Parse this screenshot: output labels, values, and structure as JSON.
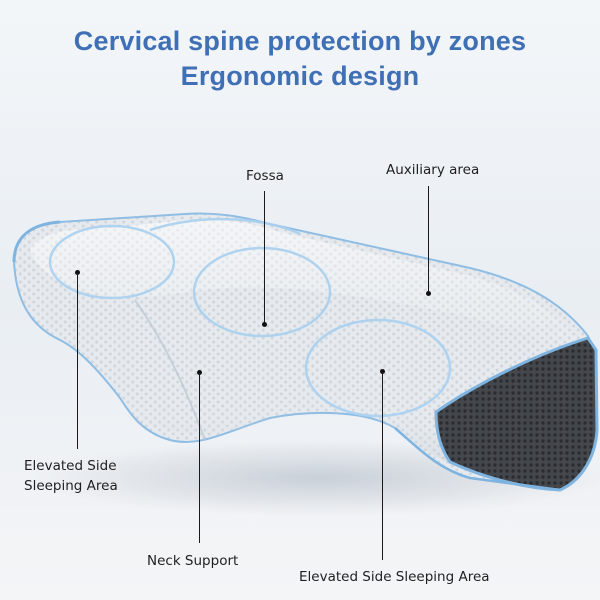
{
  "headline": {
    "line1": "Cervical spine protection by zones",
    "line2": "Ergonomic design"
  },
  "callouts": {
    "fossa": "Fossa",
    "auxiliary": "Auxiliary area",
    "elevated_left_line1": "Elevated Side",
    "elevated_left_line2": "Sleeping Area",
    "neck": "Neck Support",
    "elevated_right": "Elevated Side Sleeping Area"
  },
  "colors": {
    "headline": "#3f6fb5",
    "background": "#edf3f8",
    "pillow_surface": "#e8ecef",
    "pillow_trim": "#7fb4e0",
    "pillow_mesh": "#4a4d52"
  }
}
